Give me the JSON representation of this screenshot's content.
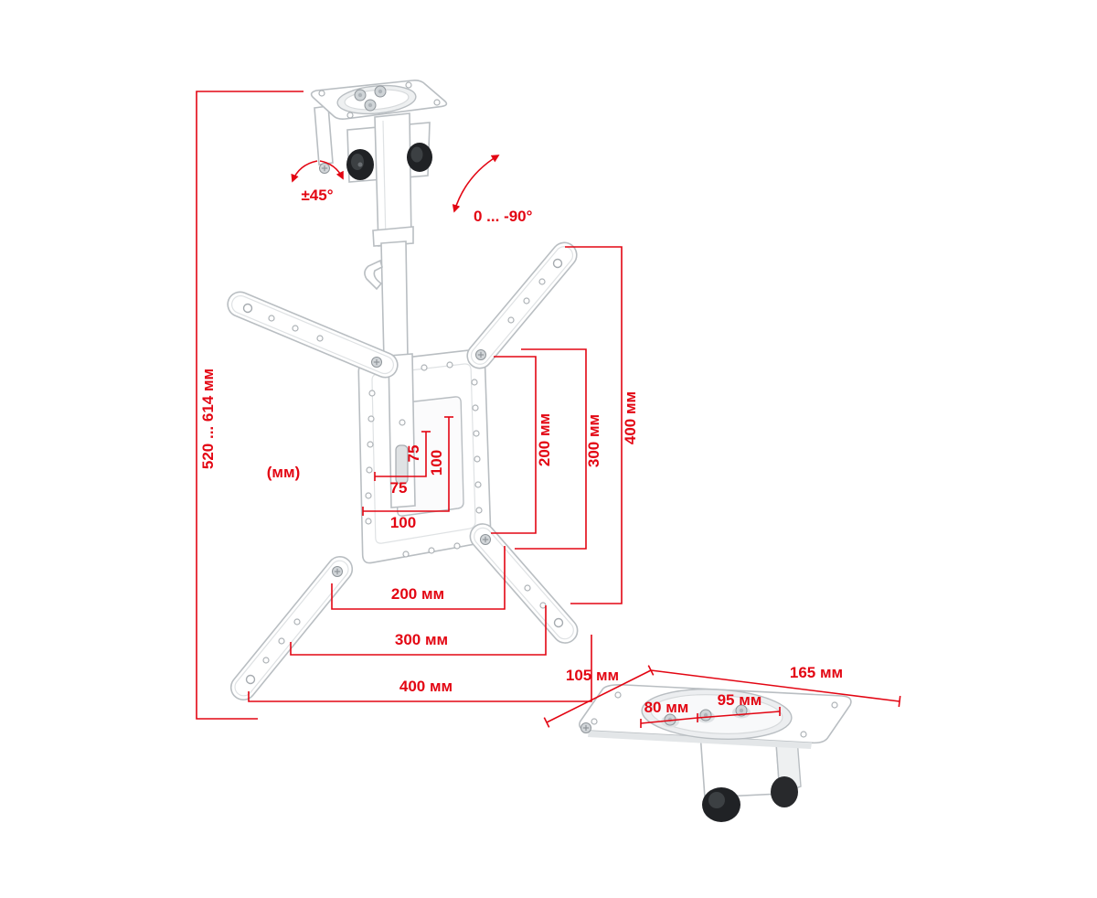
{
  "diagram": {
    "type": "product-dimension-diagram",
    "product": "ceiling-tv-mount",
    "colors": {
      "dimension_red": "#e30613",
      "product_outline": "#b9bec2",
      "product_fill": "#ffffff",
      "knob_black": "#202225"
    },
    "labels": {
      "tilt": "±45°",
      "swivel": "0 ... -90°",
      "height": "520 ... 614 мм",
      "units": "(мм)",
      "vesa75_h": "75",
      "vesa75_v": "75",
      "vesa100_h": "100",
      "vesa100_v": "100",
      "v200": "200 мм",
      "v300": "300 мм",
      "v400": "400 мм",
      "h200": "200 мм",
      "h300": "300 мм",
      "h400": "400 мм",
      "plate_depth": "105 мм",
      "plate_width": "165 мм",
      "holes80": "80 мм",
      "holes95": "95 мм"
    }
  }
}
